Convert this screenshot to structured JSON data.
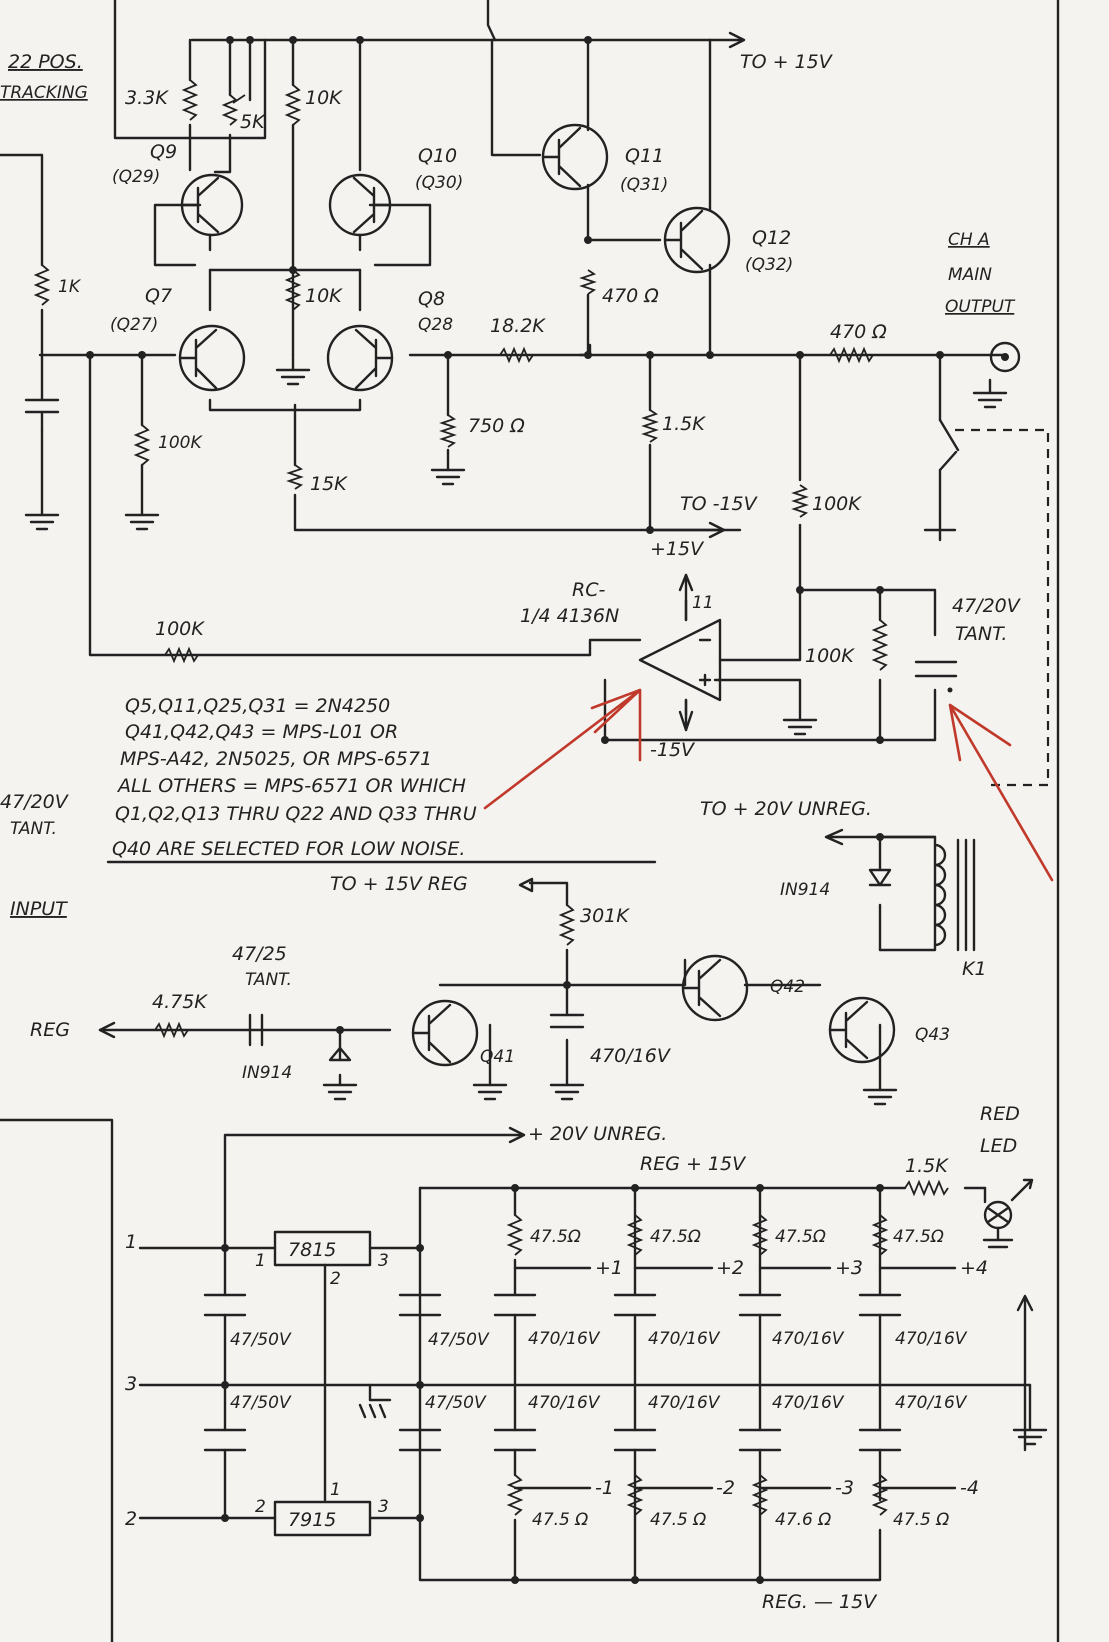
{
  "labels": {
    "tracking_a": "22 POS.",
    "tracking_b": "TRACKING",
    "r_3k3": "3.3K",
    "r_5k": "5K",
    "r_10k_a": "10K",
    "r_10k_b": "10K",
    "r_1k": "1K",
    "q9": "Q9",
    "q9b": "(Q29)",
    "q10": "Q10",
    "q10b": "(Q30)",
    "q11": "Q11",
    "q11b": "(Q31)",
    "q12": "Q12",
    "q12b": "(Q32)",
    "q7": "Q7",
    "q7b": "(Q27)",
    "q8": "Q8",
    "q8b": "Q28",
    "to_p15v_top": "TO + 15V",
    "r_470_a": "470 Ω",
    "r_470_b": "470 Ω",
    "r_18k2": "18.2K",
    "cha_a": "CH A",
    "cha_b": "MAIN",
    "cha_c": "OUTPUT",
    "r_100k_a": "100K",
    "r_750": "750 Ω",
    "r_1k5": "1.5K",
    "r_15k": "15K",
    "to_m15v": "TO -15V",
    "r_100k_b": "100K",
    "p15v": "+15V",
    "rc_a": "RC-",
    "rc_b": "1/4  4136N",
    "pin11": "11",
    "r_100k_c": "100K",
    "r_100k_d": "100K",
    "c_47_20_a": "47/20V",
    "c_47_20_b": "TANT.",
    "m15v": "-15V",
    "note1": "Q5,Q11,Q25,Q31 = 2N4250",
    "note2": "Q41,Q42,Q43 = MPS-L01  OR",
    "note3": "MPS-A42, 2N5025, OR MPS-6571",
    "note4": "ALL OTHERS = MPS-6571  OR  WHICH",
    "note5": "Q1,Q2,Q13  THRU  Q22  AND  Q33  THRU",
    "note6": "Q40  ARE  SELECTED  FOR  LOW NOISE.",
    "left_c_a": "47/20V",
    "left_c_b": "TANT.",
    "input": "INPUT",
    "to_20v": "TO + 20V UNREG.",
    "to_15v_reg": "TO + 15V REG",
    "r_301k": "301K",
    "in914_a": "IN914",
    "k1": "K1",
    "c_4725_a": "47/25",
    "c_4725_b": "TANT.",
    "r_475k": "4.75K",
    "reg_left": "REG",
    "q42": "Q42",
    "q41": "Q41",
    "c_470_16": "470/16V",
    "in914_b": "IN914",
    "q43": "Q43",
    "p20v": "+ 20V UNREG.",
    "red_led_a": "RED",
    "red_led_b": "LED",
    "reg_p15": "REG  + 15V",
    "r_1k5_led": "1.5K",
    "in1": "1",
    "in3": "3",
    "in2": "2",
    "ic_7815": "7815",
    "ic_7915": "7915",
    "p1": "1",
    "p2": "2",
    "p3": "3",
    "p2b": "2",
    "p1b": "1",
    "p3b": "3",
    "c_47_50_a": "47/50V",
    "c_47_50_b": "47/50V",
    "c_47_50_c": "47/50V",
    "c_47_50_d": "47/50V",
    "r475_1": "47.5Ω",
    "r475_2": "47.5Ω",
    "r475_3": "47.5Ω",
    "r475_4": "47.5Ω",
    "o_p1": "+1",
    "o_p2": "+2",
    "o_p3": "+3",
    "o_p4": "+4",
    "c470_u1": "470/16V",
    "c470_u2": "470/16V",
    "c470_u3": "470/16V",
    "c470_u4": "470/16V",
    "c470_l1": "470/16V",
    "c470_l2": "470/16V",
    "c470_l3": "470/16V",
    "c470_l4": "470/16V",
    "o_m1": "-1",
    "o_m2": "-2",
    "o_m3": "-3",
    "o_m4": "-4",
    "r475_5": "47.5 Ω",
    "r475_6": "47.5 Ω",
    "r475_7": "47.6 Ω",
    "r475_8": "47.5 Ω",
    "reg_m15": "REG. — 15V"
  },
  "colors": {
    "ink": "#222222",
    "paper": "#f4f3ef",
    "annotation": "#c0392b"
  }
}
